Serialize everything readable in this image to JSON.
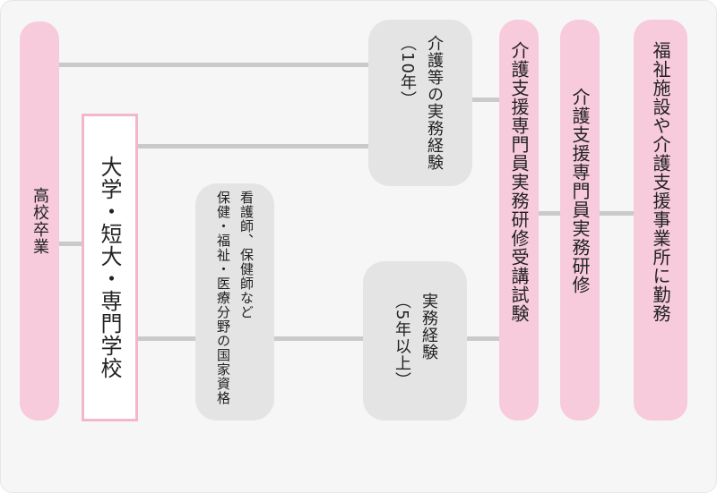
{
  "nodes": {
    "high_school": "高校卒業",
    "university": "大学・短大・専門学校",
    "license": "看護師、保健師など\n保健・福祉・医療分野の国家資格",
    "experience_10": "介護等の実務経験\n（10年）",
    "experience_5": "実務経験\n（5年以上）",
    "exam": "介護支援専門員実務研修受講試験",
    "training": "介護支援専門員実務研修",
    "work": "福祉施設や介護支援事業所に勤務"
  },
  "colors": {
    "pink": "#f7cadc",
    "gray": "#e4e4e4",
    "line": "#cacaca"
  }
}
